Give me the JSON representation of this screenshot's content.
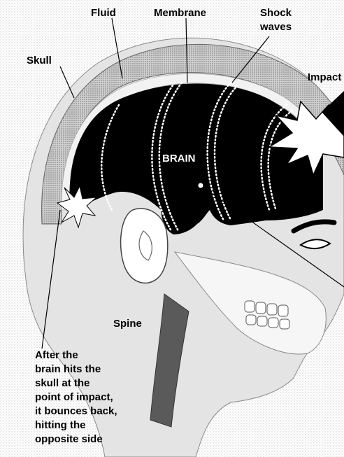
{
  "labels": {
    "fluid": "Fluid",
    "membrane": "Membrane",
    "shock_waves_line1": "Shock",
    "shock_waves_line2": "waves",
    "skull": "Skull",
    "impact": "Impact",
    "brain": "BRAIN",
    "spine": "Spine"
  },
  "caption": {
    "lines": [
      "After the",
      "brain hits the",
      "skull at the",
      "point of impact,",
      "it bounces back,",
      "hitting the",
      "opposite side"
    ]
  },
  "colors": {
    "brain": "#000000",
    "skull": "#cfcfcf",
    "fluid": "#efefef",
    "skin": "#e4e4e4",
    "shock_waves": "#ffffff",
    "line": "#000000"
  }
}
